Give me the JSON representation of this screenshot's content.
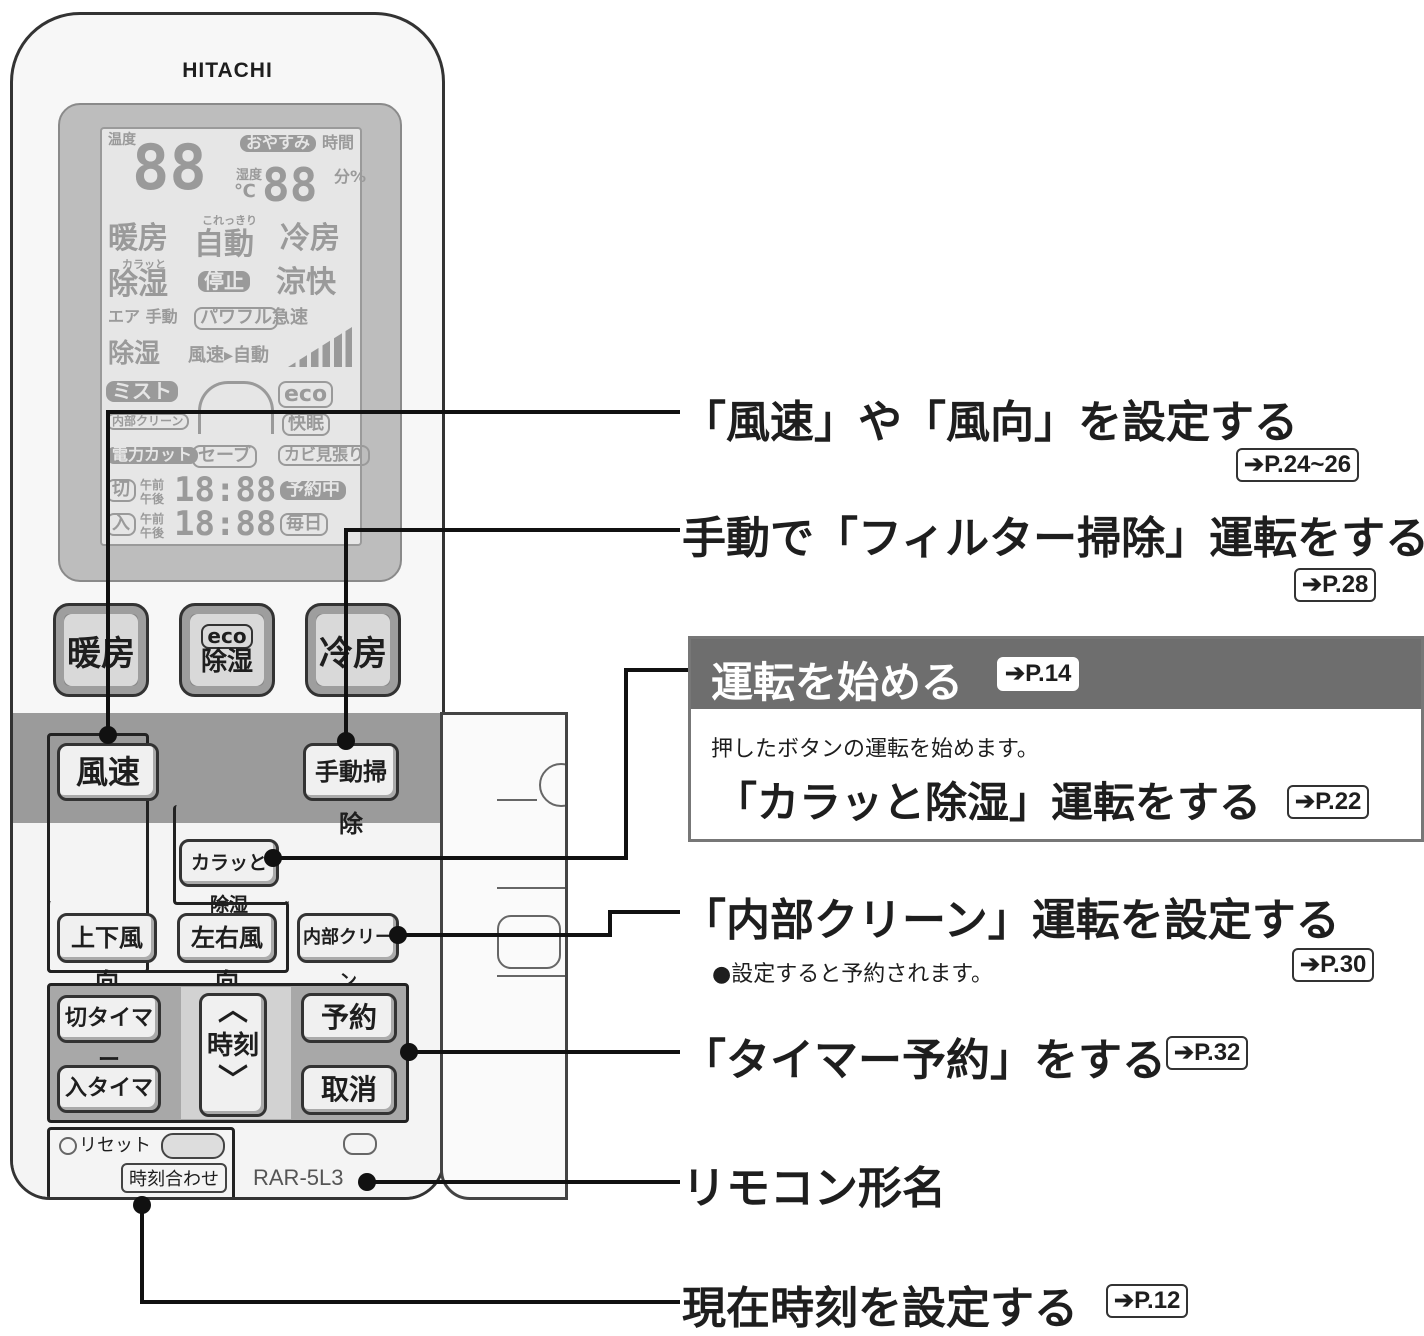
{
  "remote": {
    "brand": "HITACHI",
    "model": "RAR-5L3",
    "lcd": {
      "top_small_1": "温度",
      "top_small_2": "おやすみ",
      "top_small_3": "時間",
      "big_digits": "88",
      "unit_c": "℃",
      "small_digits": "88",
      "unit_right": "分%",
      "humidity_label": "湿度",
      "modes_1": "暖房",
      "modes_1b": "自動",
      "modes_1c": "冷房",
      "modes_1note": "これっきり",
      "modes_2": "除湿",
      "modes_2note": "カラッと",
      "modes_2b": "停止",
      "modes_2c": "涼快",
      "modes_3": "エア 手動",
      "modes_3b": "パワフル",
      "modes_3c": "急速",
      "modes_4": "除湿",
      "modes_4b": "風速▸自動",
      "mist": "ミスト",
      "eco": "eco",
      "naibu": "内部クリーン",
      "kaimin": "快眠",
      "denryoku": "電力カット",
      "safe": "セーブ",
      "kabi": "カビ見張り",
      "kiri": "切",
      "iri": "入",
      "am": "午前",
      "pm": "午後",
      "time": "18:88",
      "yoyaku": "予約中",
      "mainichi": "毎日"
    },
    "buttons": {
      "heat": "暖房",
      "eco": "eco",
      "dehum": "除湿",
      "cool": "冷房",
      "fan_speed": "風速",
      "manual_clean": "手動掃除",
      "karatto": "カラッと除湿",
      "updown": "上下風向",
      "leftright": "左右風向",
      "inner_clean": "内部クリーン",
      "off_timer": "切タイマー",
      "on_timer": "入タイマー",
      "time": "時刻",
      "reserve": "予約",
      "cancel": "取消",
      "reset": "リセット",
      "clock_set": "時刻合わせ"
    }
  },
  "callouts": {
    "c1_text": "「風速」や「風向」を設定する",
    "c1_ref": "P.24~26",
    "c2_text": "手動で「フィルター掃除」運転をする",
    "c2_ref": "P.28",
    "box_title": "運転を始める",
    "box_ref": "P.14",
    "box_desc": "押したボタンの運転を始めます。",
    "c3_text": "「カラッと除湿」運転をする",
    "c3_ref": "P.22",
    "c4_text": "「内部クリーン」運転を設定する",
    "c4_note": "●設定すると予約されます。",
    "c4_ref": "P.30",
    "c5_text": "「タイマー予約」をする",
    "c5_ref": "P.32",
    "c6_text": "リモコン形名",
    "c7_text": "現在時刻を設定する",
    "c7_ref": "P.12"
  },
  "arrow": "➔"
}
